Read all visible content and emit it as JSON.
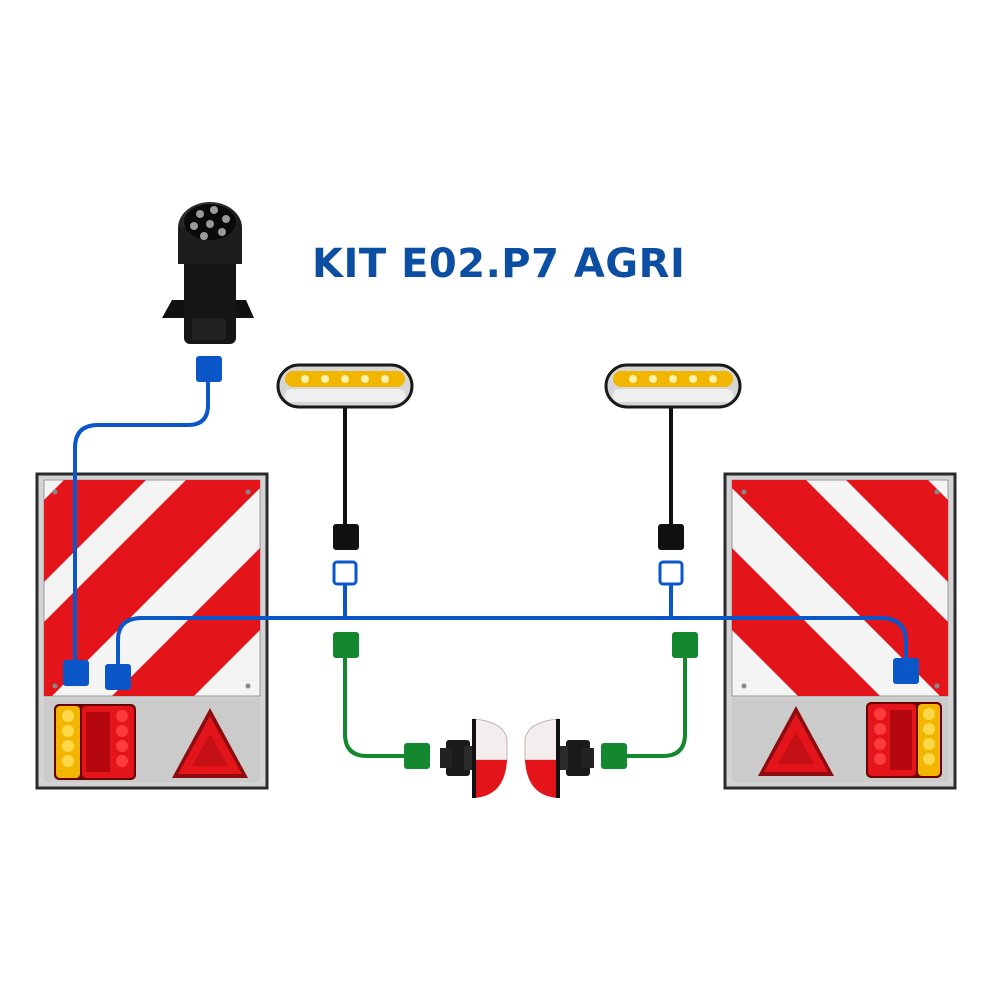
{
  "title": "KIT E02.P7 AGRI",
  "colors": {
    "title": "#0b4ea2",
    "wire_main": "#0b57c9",
    "wire_marker": "#111111",
    "wire_side": "#14882e",
    "warning_red": "#e4141b",
    "warning_white": "#f5f5f5",
    "panel_gray": "#cfcfcf",
    "panel_border": "#2b2b2b",
    "amber": "#f2b600"
  },
  "components": {
    "plug": "7-pin-socket",
    "panels": [
      "left-warning-panel",
      "right-warning-panel"
    ],
    "marker_lamps": [
      "left-marker-lamp",
      "right-marker-lamp"
    ],
    "side_lamps": [
      "left-side-lamp",
      "right-side-lamp"
    ],
    "tail_lamps": [
      "left-tail-lamp",
      "right-tail-lamp"
    ],
    "reflectors": [
      "left-triangle-reflector",
      "right-triangle-reflector"
    ]
  }
}
